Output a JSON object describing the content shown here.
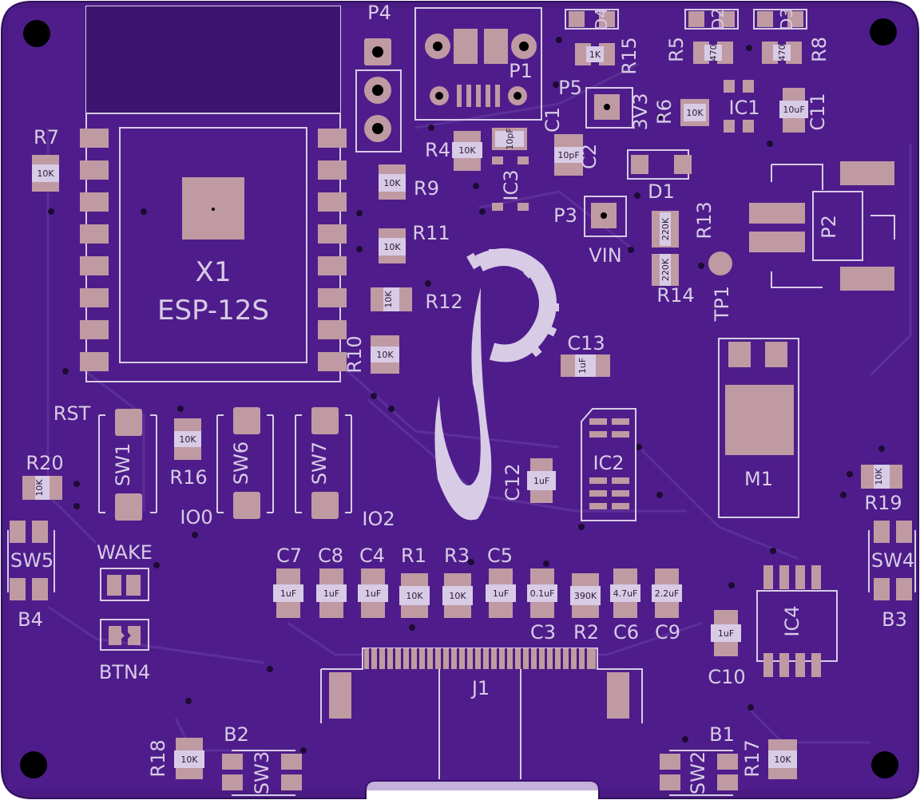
{
  "colors": {
    "board": "#4a1c83",
    "copper_fill": "#55209a",
    "pad": "#bf9aa3",
    "silkscreen": "#d8cbe6",
    "hole": "#000000",
    "trace": "#5d2f99"
  },
  "module": {
    "ref": "X1",
    "name": "ESP-12S"
  },
  "labels": {
    "P4": "P4",
    "P1": "P1",
    "P5": "P5",
    "P3": "P3",
    "P2": "P2",
    "D4": "D4",
    "D2": "D2",
    "D3": "D3",
    "D1": "D1",
    "R15": "R15",
    "R5": "R5",
    "R8": "R8",
    "R6": "R6",
    "R4": "R4",
    "R9": "R9",
    "R11": "R11",
    "R12": "R12",
    "R10": "R10",
    "R13": "R13",
    "R14": "R14",
    "R7": "R7",
    "R16": "R16",
    "R20": "R20",
    "R19": "R19",
    "R1": "R1",
    "R2": "R2",
    "R3": "R3",
    "R17": "R17",
    "R18": "R18",
    "C1": "C1",
    "C2": "C2",
    "C3": "C3",
    "C4": "C4",
    "C5": "C5",
    "C6": "C6",
    "C7": "C7",
    "C8": "C8",
    "C9": "C9",
    "C10": "C10",
    "C11": "C11",
    "C12": "C12",
    "C13": "C13",
    "IC1": "IC1",
    "IC2": "IC2",
    "IC3": "IC3",
    "IC4": "IC4",
    "M1": "M1",
    "J1": "J1",
    "TP1": "TP1",
    "SW1": "SW1",
    "SW2": "SW2",
    "SW3": "SW3",
    "SW4": "SW4",
    "SW5": "SW5",
    "SW6": "SW6",
    "SW7": "SW7",
    "B1": "B1",
    "B2": "B2",
    "B3": "B3",
    "B4": "B4",
    "BTN4": "BTN4",
    "WAKE": "WAKE",
    "RST": "RST",
    "IO0": "IO0",
    "IO2": "IO2",
    "VIN": "VIN",
    "3V3": "3V3"
  },
  "values": {
    "r10k": "10K",
    "r1k": "1K",
    "r470": "470",
    "r220k": "220K",
    "r390k": "390K",
    "c10pf": "10pF",
    "c1uf": "1uF",
    "c10uf": "10uF",
    "c01uf": "0.1uF",
    "c47uf": "4.7uF",
    "c22uf": "2.2uF"
  },
  "logo_letter": "p"
}
